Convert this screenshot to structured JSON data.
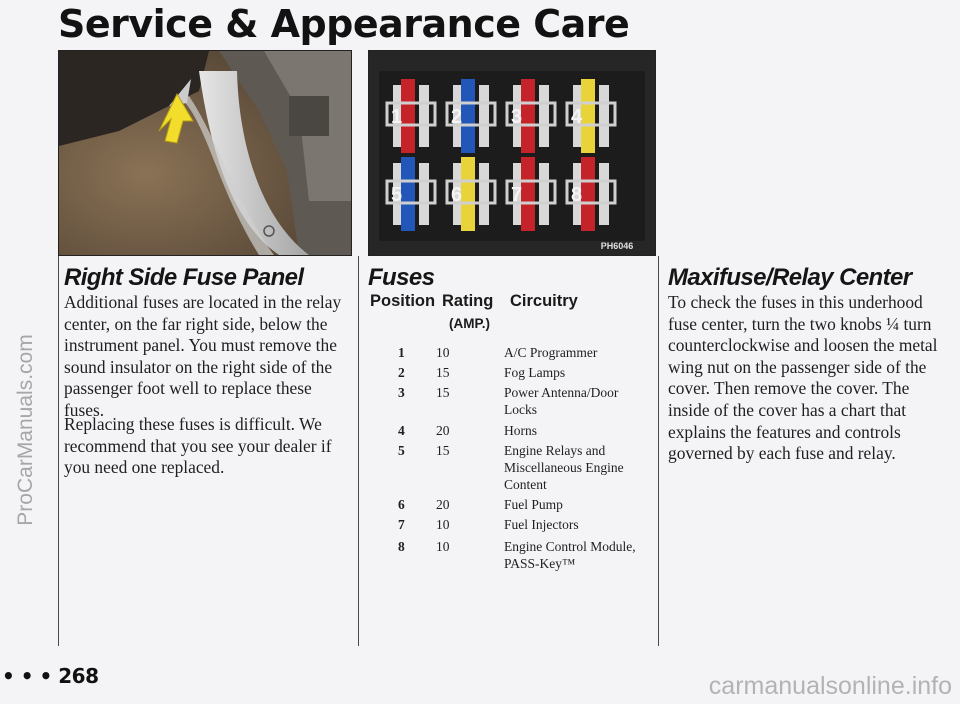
{
  "page": {
    "title": "Service & Appearance Care",
    "page_number": "268",
    "page_marker_dots": "• • •",
    "watermark_left": "ProCarManuals.com",
    "watermark_bottom": "carmanualsonline.info"
  },
  "figures": {
    "fuse_block_code": "PH6046",
    "fuse_labels": [
      "1",
      "2",
      "3",
      "4",
      "5",
      "6",
      "7",
      "8"
    ],
    "fuse_colors": [
      "#c5232a",
      "#2256b8",
      "#c5232a",
      "#e8d33a",
      "#2256b8",
      "#e8d33a",
      "#c5232a",
      "#c5232a"
    ],
    "arrow_color": "#f2dc2c"
  },
  "right_side_fuse_panel": {
    "heading": "Right Side Fuse Panel",
    "paragraphs": [
      "Additional fuses are located in the relay center, on the far right side, below the instrument panel. You must remove the sound insulator on the right side of the passenger foot well to replace these fuses.",
      "Replacing these fuses is difficult. We recommend that you see your dealer if you need one replaced."
    ]
  },
  "fuses": {
    "heading": "Fuses",
    "col_position": "Position",
    "col_rating": "Rating",
    "col_rating_unit": "(AMP.)",
    "col_circuitry": "Circuitry",
    "rows": [
      {
        "position": "1",
        "rating": "10",
        "circuitry": "A/C Programmer"
      },
      {
        "position": "2",
        "rating": "15",
        "circuitry": "Fog Lamps"
      },
      {
        "position": "3",
        "rating": "15",
        "circuitry": "Power Antenna/Door Locks"
      },
      {
        "position": "4",
        "rating": "20",
        "circuitry": "Horns"
      },
      {
        "position": "5",
        "rating": "15",
        "circuitry": "Engine Relays and Miscellaneous Engine Content"
      },
      {
        "position": "6",
        "rating": "20",
        "circuitry": "Fuel Pump"
      },
      {
        "position": "7",
        "rating": "10",
        "circuitry": "Fuel Injectors"
      },
      {
        "position": "8",
        "rating": "10",
        "circuitry": "Engine Control Module, PASS-Key™"
      }
    ]
  },
  "maxifuse_relay_center": {
    "heading": "Maxifuse/Relay Center",
    "paragraph": "To check the fuses in this underhood fuse center, turn the two knobs ¼ turn counterclockwise and loosen the metal wing nut on the passenger side of the cover. Then remove the cover. The inside of the cover has a chart that explains the features and controls governed by each fuse and relay."
  }
}
